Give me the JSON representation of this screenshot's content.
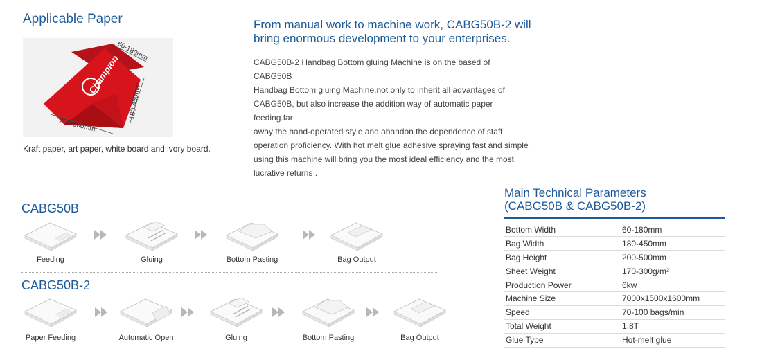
{
  "applicable_paper": {
    "title": "Applicable Paper",
    "caption": "Kraft paper, art paper, white board and ivory board.",
    "dims": {
      "top": "60-180mm",
      "side": "180-450mm",
      "bottom": "200-500mm"
    },
    "logo_text": "Champion",
    "colors": {
      "bag": "#d7141c",
      "bag_dark": "#a80e14"
    }
  },
  "intro": {
    "headline_line1": "From manual work to machine work, CABG50B-2 will",
    "headline_line2": "bring enormous development to your enterprises.",
    "paragraph_lines": [
      "CABG50B-2 Handbag Bottom gluing Machine is on the based of CABG50B",
      "Handbag Bottom gluing Machine,not only to inherit all advantages of",
      "CABG50B, but also increase  the addition way of automatic paper feeding.far",
      "away the hand-operated style and abandon the dependence of staff",
      "operation proficiency. With hot melt glue adhesive spraying fast and simple",
      "using this machine will bring you the most ideal efficiency and the most",
      "lucrative returns ."
    ]
  },
  "cabg50b": {
    "title": "CABG50B",
    "steps": [
      {
        "label": "Feeding",
        "icon": "flat-bag-icon"
      },
      {
        "label": "Gluing",
        "icon": "glued-bag-icon"
      },
      {
        "label": "Bottom Pasting",
        "icon": "pasted-bottom-icon"
      },
      {
        "label": "Bag Output",
        "icon": "output-bag-icon"
      }
    ]
  },
  "cabg50b2": {
    "title": "CABG50B-2",
    "steps": [
      {
        "label": "Paper Feeding",
        "icon": "flat-bag-icon"
      },
      {
        "label": "Automatic Open",
        "icon": "open-bag-icon"
      },
      {
        "label": "Gluing",
        "icon": "glued-bag-icon"
      },
      {
        "label": "Bottom Pasting",
        "icon": "pasted-bottom-icon"
      },
      {
        "label": "Bag Output",
        "icon": "output-bag-icon"
      }
    ]
  },
  "params": {
    "title_line1": "Main Technical Parameters",
    "title_line2": "(CABG50B & CABG50B-2)",
    "rows": [
      {
        "k": "Bottom Width",
        "v": "60-180mm"
      },
      {
        "k": "Bag Width",
        "v": "180-450mm"
      },
      {
        "k": "Bag Height",
        "v": "200-500mm"
      },
      {
        "k": "Sheet Weight",
        "v": "170-300g/m²"
      },
      {
        "k": "Production Power",
        "v": "6kw"
      },
      {
        "k": "Machine Size",
        "v": "7000x1500x1600mm"
      },
      {
        "k": "Speed",
        "v": "70-100 bags/min"
      },
      {
        "k": "Total Weight",
        "v": "1.8T"
      },
      {
        "k": "Glue Type",
        "v": "Hot-melt glue"
      }
    ]
  },
  "colors": {
    "accent": "#1d5a9a",
    "arrow": "#b8b8b8"
  }
}
